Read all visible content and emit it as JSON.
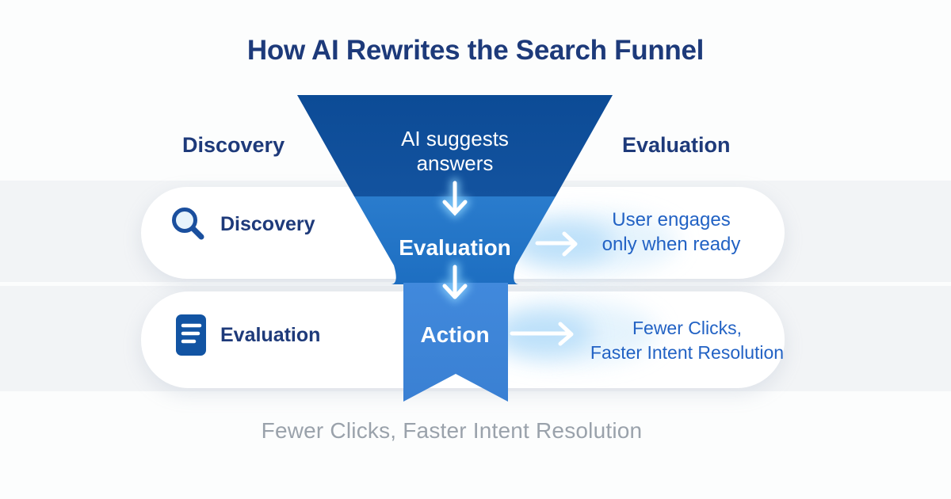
{
  "title": "How AI Rewrites the Search Funnel",
  "side_labels": {
    "left": "Discovery",
    "right": "Evaluation"
  },
  "funnel": {
    "stages": [
      {
        "name": "top",
        "line1": "AI suggests",
        "line2": "answers",
        "color": "#0e4e9a"
      },
      {
        "name": "middle",
        "label": "Evaluation",
        "color": "#2274c8"
      },
      {
        "name": "bottom",
        "label": "Action",
        "color": "#3e86d9"
      }
    ]
  },
  "left_items": [
    {
      "icon": "magnifier-icon",
      "label": "Discovery"
    },
    {
      "icon": "document-icon",
      "label": "Evaluation"
    }
  ],
  "right_annotations": [
    {
      "line1": "User engages",
      "line2": "only when ready"
    },
    {
      "line1": "Fewer Clicks,",
      "line2": "Faster Intent Resolution"
    }
  ],
  "footer": "Fewer Clicks, Faster Intent Resolution",
  "colors": {
    "title_navy": "#1d3a7a",
    "funnel_dark": "#0e4e9a",
    "funnel_mid": "#2274c8",
    "funnel_light": "#3e86d9",
    "annotation_blue": "#2262c4",
    "caption_gray": "#9aa2ab",
    "pill_white": "#ffffff",
    "band_gray": "#f2f4f6",
    "icon_blue": "#1254a3"
  }
}
